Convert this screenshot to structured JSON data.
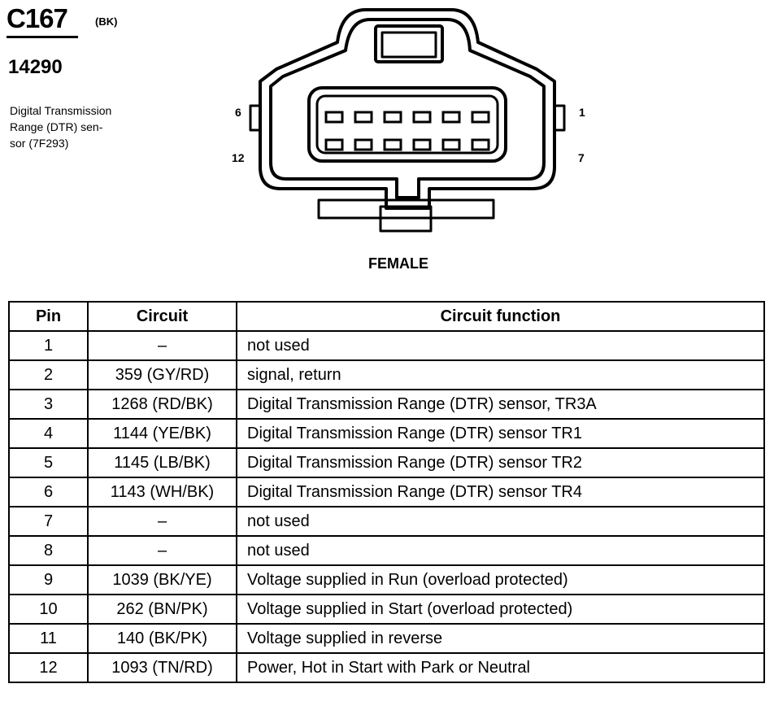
{
  "connector": {
    "id": "C167",
    "color_code": "(BK)",
    "part_number": "14290",
    "description": "Digital Transmission Range (DTR) sen- sor (7F293)",
    "description_lines": [
      "Digital Transmission",
      "Range (DTR) sen-",
      "sor (7F293)"
    ],
    "pin_labels": {
      "top_left": "6",
      "bottom_left": "12",
      "top_right": "1",
      "bottom_right": "7"
    },
    "gender": "FEMALE"
  },
  "table": {
    "headers": {
      "pin": "Pin",
      "circuit": "Circuit",
      "function": "Circuit function"
    },
    "rows": [
      {
        "pin": "1",
        "circuit": "–",
        "function": "not used"
      },
      {
        "pin": "2",
        "circuit": "359 (GY/RD)",
        "function": "signal, return"
      },
      {
        "pin": "3",
        "circuit": "1268 (RD/BK)",
        "function": "Digital Transmission Range (DTR) sensor, TR3A"
      },
      {
        "pin": "4",
        "circuit": "1144 (YE/BK)",
        "function": "Digital Transmission Range (DTR) sensor TR1"
      },
      {
        "pin": "5",
        "circuit": "1145 (LB/BK)",
        "function": "Digital Transmission Range (DTR) sensor TR2"
      },
      {
        "pin": "6",
        "circuit": "1143 (WH/BK)",
        "function": "Digital Transmission Range (DTR) sensor TR4"
      },
      {
        "pin": "7",
        "circuit": "–",
        "function": "not used"
      },
      {
        "pin": "8",
        "circuit": "–",
        "function": "not used"
      },
      {
        "pin": "9",
        "circuit": "1039 (BK/YE)",
        "function": "Voltage supplied in Run (overload protected)"
      },
      {
        "pin": "10",
        "circuit": "262 (BN/PK)",
        "function": "Voltage supplied in Start (overload protected)"
      },
      {
        "pin": "11",
        "circuit": "140 (BK/PK)",
        "function": "Voltage supplied in reverse"
      },
      {
        "pin": "12",
        "circuit": "1093 (TN/RD)",
        "function": "Power, Hot in Start with Park or Neutral"
      }
    ]
  }
}
